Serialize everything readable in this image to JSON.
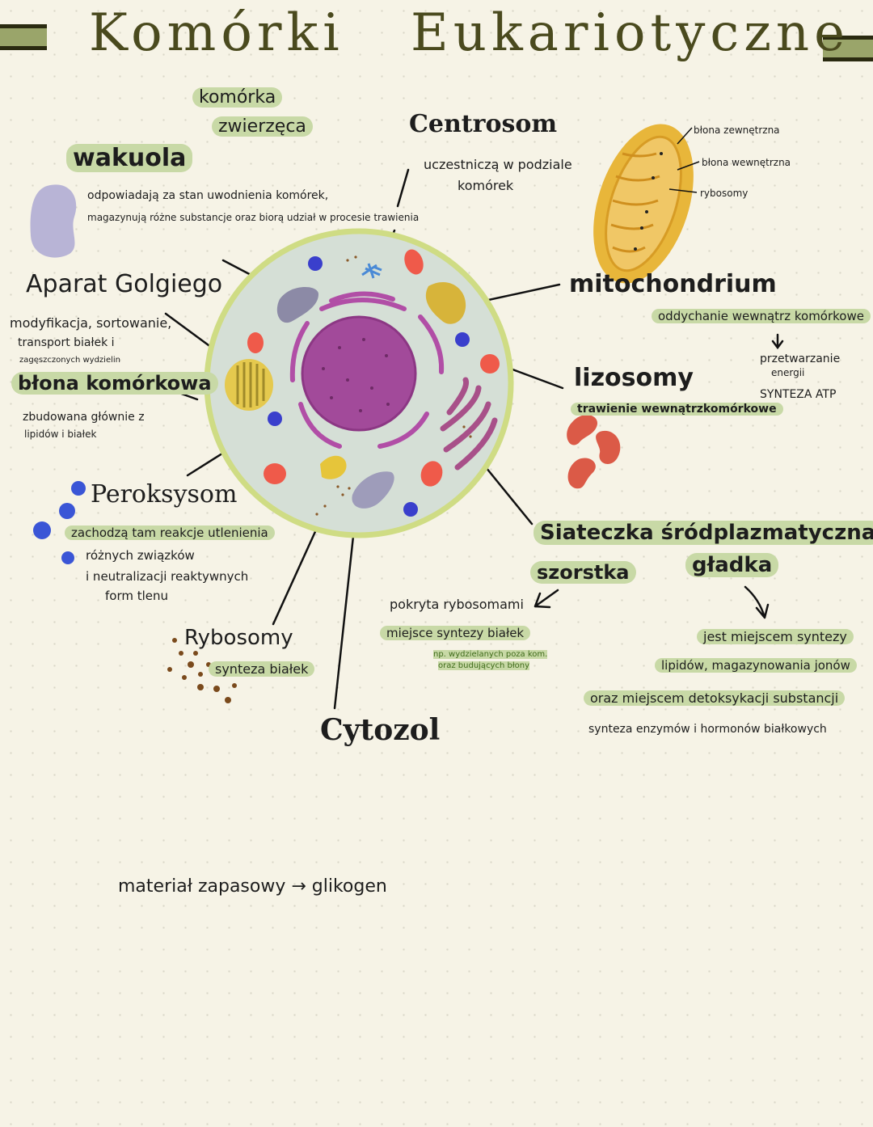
{
  "title": {
    "left": "Komórki",
    "right": "Eukariotyczne"
  },
  "subtitle": {
    "line1": "komórka",
    "line2": "zwierzęca"
  },
  "organelles": {
    "wakuola": {
      "name": "wakuola",
      "desc1": "odpowiadają za stan uwodnienia komórek,",
      "desc2": "magazynują różne substancje oraz biorą udział w procesie trawienia"
    },
    "centrosom": {
      "name": "Centrosom",
      "desc1": "uczestniczą w podziale",
      "desc2": "komórek"
    },
    "mitochondrium": {
      "name": "mitochondrium",
      "part_outer": "błona zewnętrzna",
      "part_inner": "błona wewnętrzna",
      "part_ribo": "rybosomy",
      "desc": "oddychanie wewnątrz komórkowe",
      "energy1": "przetwarzanie",
      "energy2": "energii",
      "atp": "SYNTEZA ATP"
    },
    "golgi": {
      "name": "Aparat Golgiego",
      "desc1": "modyfikacja, sortowanie,",
      "desc2": "transport białek i",
      "desc3": "zagęszczonych wydzielin"
    },
    "membrane": {
      "name": "błona komórkowa",
      "desc1": "zbudowana głównie z",
      "desc2": "lipidów i białek"
    },
    "lizosomy": {
      "name": "lizosomy",
      "desc": "trawienie wewnątrzkomórkowe"
    },
    "peroksysom": {
      "name": "Peroksysom",
      "desc1": "zachodzą tam reakcje utlenienia",
      "desc2": "różnych związków",
      "desc3": "i neutralizacji reaktywnych",
      "desc4": "form tlenu"
    },
    "rybosomy": {
      "name": "Rybosomy",
      "desc": "synteza białek"
    },
    "cytozol": {
      "name": "Cytozol"
    },
    "er": {
      "name": "Siateczka śródplazmatyczna",
      "rough": "szorstka",
      "smooth": "gładka",
      "rough_desc1": "pokryta rybosomami",
      "rough_desc2": "miejsce syntezy białek",
      "rough_note1": "np. wydzielanych poza kom.",
      "rough_note2": "oraz budujących błony",
      "smooth_desc1": "jest miejscem syntezy",
      "smooth_desc2": "lipidów, magazynowania jonów",
      "smooth_desc3": "oraz miejscem detoksykacji substancji",
      "smooth_desc4": "synteza enzymów i hormonów białkowych"
    }
  },
  "footer": {
    "reserve": "materiał zapasowy → glikogen"
  },
  "colors": {
    "highlight": "#c8d9a6",
    "cell_fill": "#d5dfd6",
    "cell_border": "#cfdc84",
    "nucleus": "#a24a9a",
    "mitochondrion": "#e8b63a",
    "lysosome": "#db5a47",
    "peroxisome": "#3a55d6",
    "vacuole": "#b8b4d6",
    "golgi": "#e5c94e"
  }
}
